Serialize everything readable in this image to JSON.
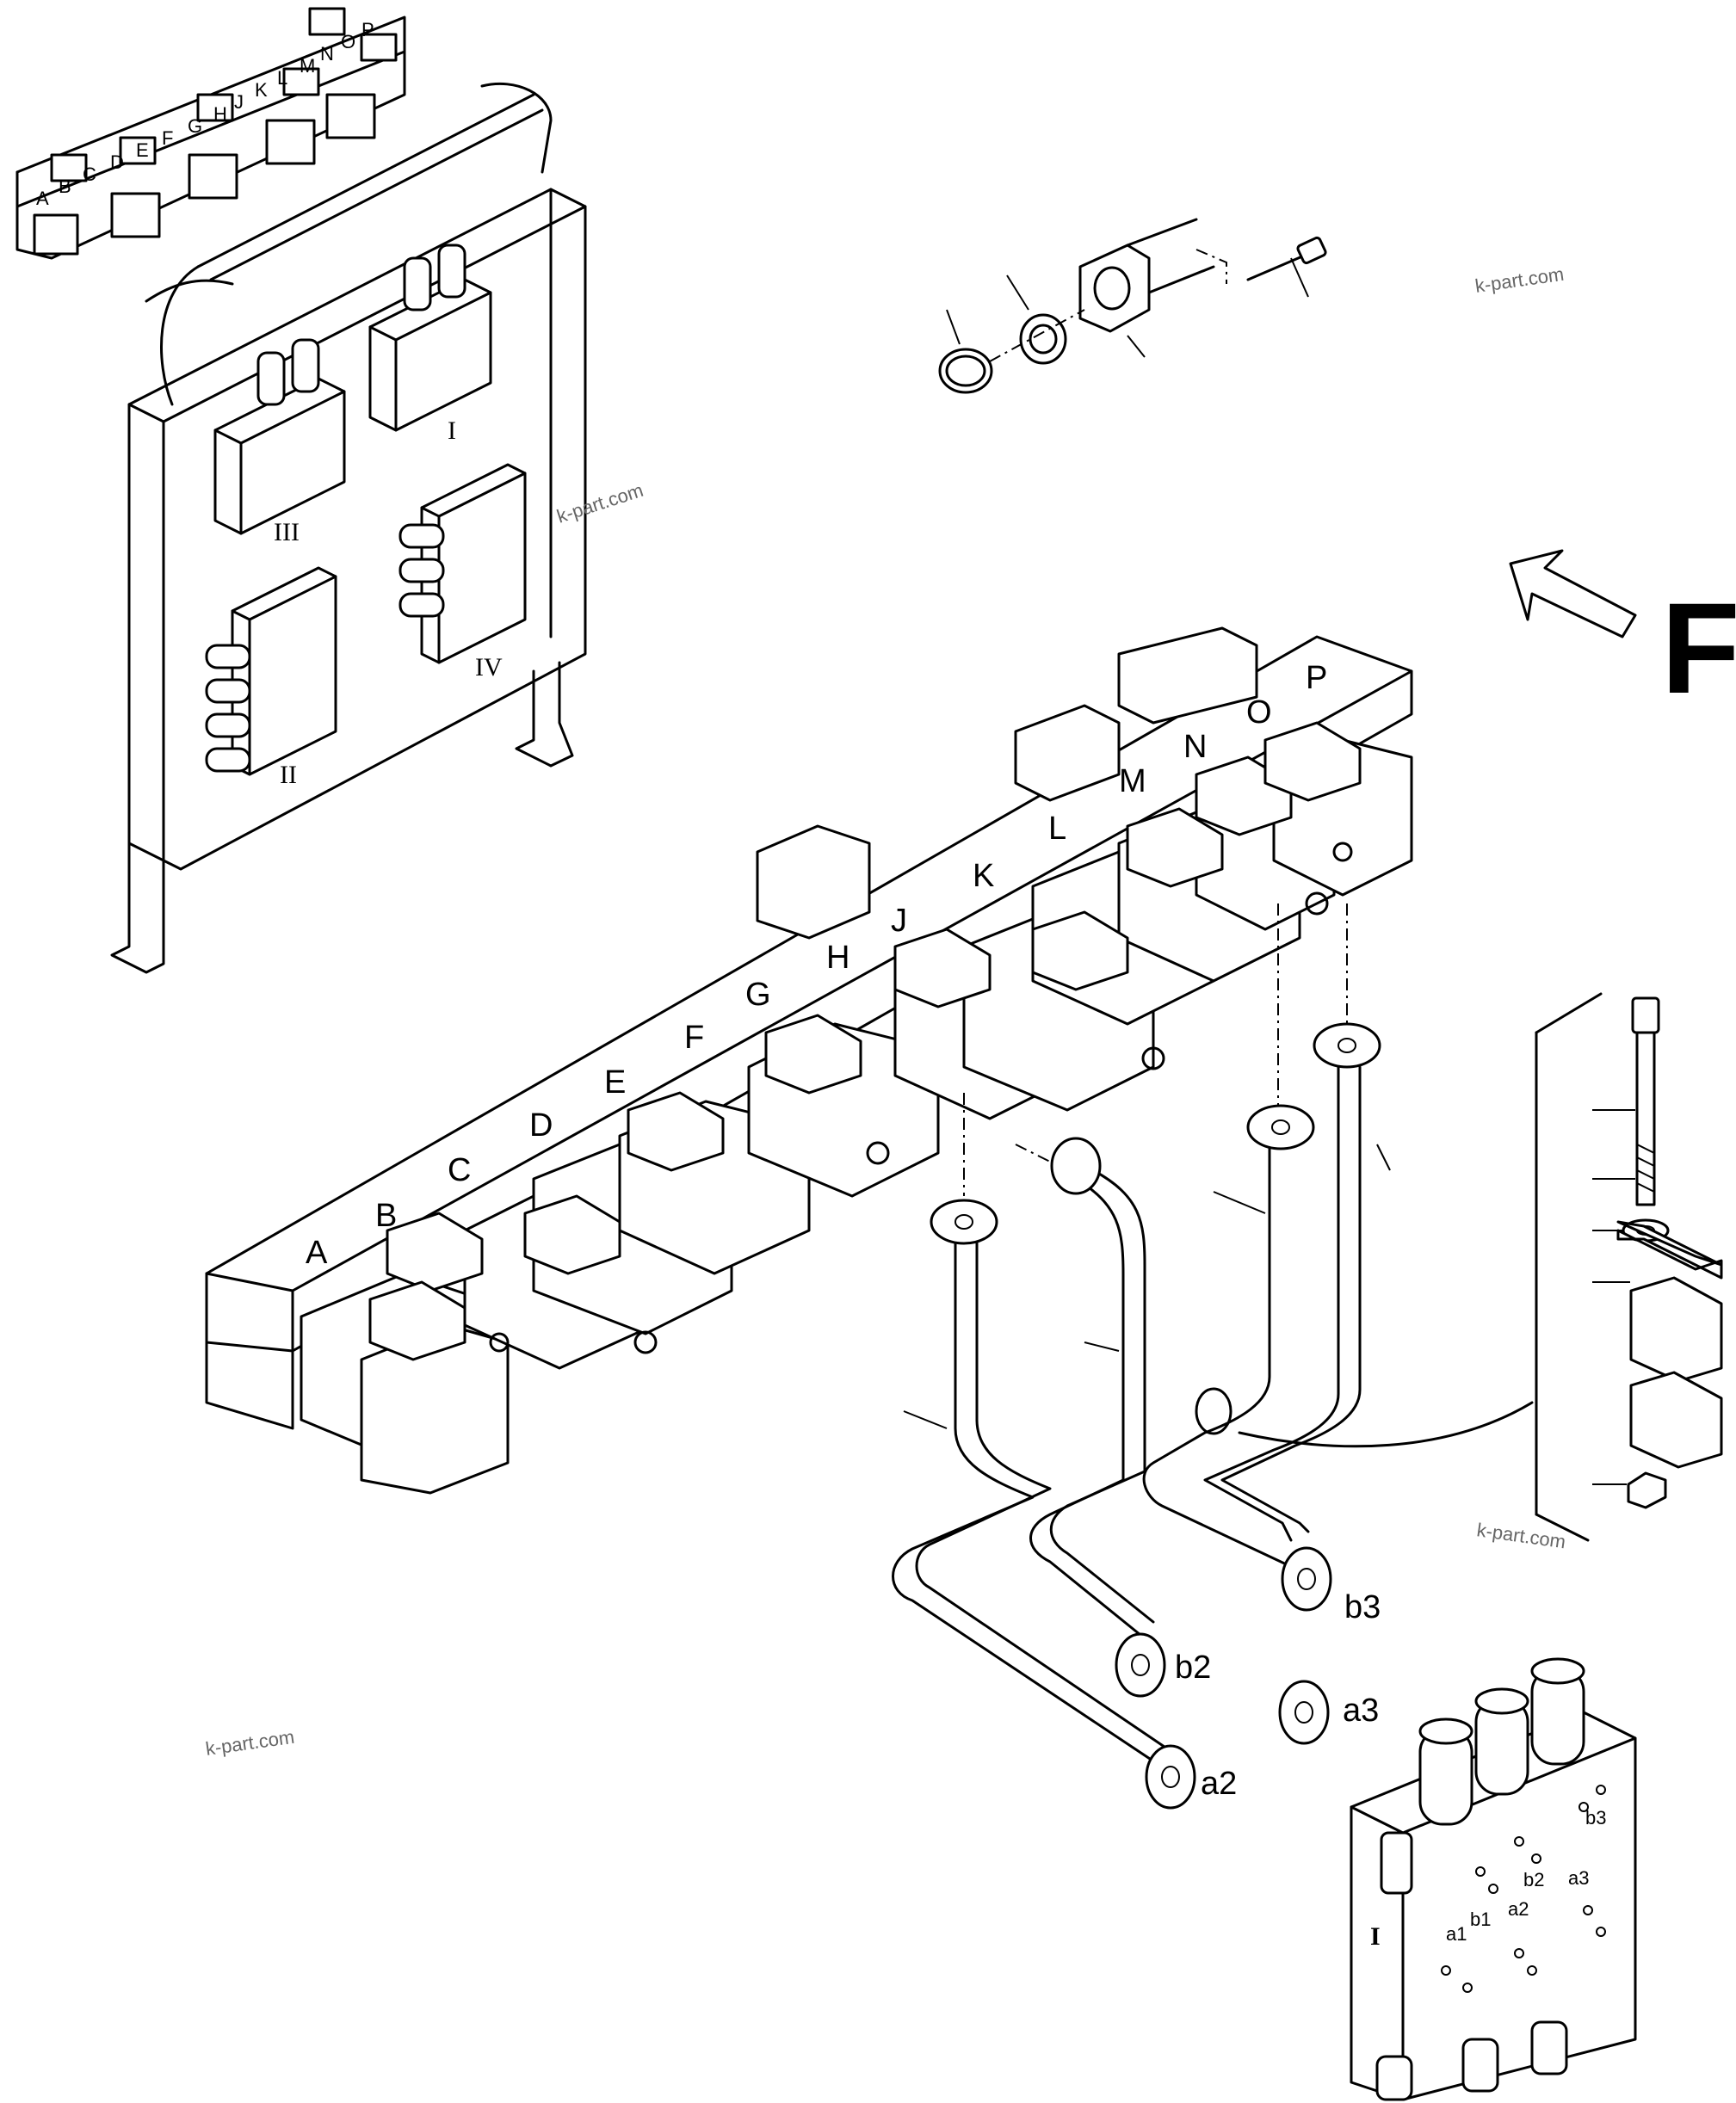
{
  "section_letter": "F",
  "valve_labels": [
    "A",
    "B",
    "C",
    "D",
    "E",
    "F",
    "G",
    "H",
    "J",
    "K",
    "L",
    "M",
    "N",
    "O",
    "P"
  ],
  "overview_labels": [
    "A",
    "B",
    "C",
    "D",
    "E",
    "F",
    "G",
    "H",
    "J",
    "K",
    "L",
    "M",
    "N",
    "O",
    "P"
  ],
  "valve_group_labels": [
    "I",
    "II",
    "III",
    "IV"
  ],
  "pipe_port_labels": [
    "a2",
    "b2",
    "a3",
    "b3"
  ],
  "block": {
    "group_label": "I",
    "port_labels": [
      "a1",
      "b1",
      "a2",
      "b2",
      "a3",
      "b3"
    ]
  },
  "watermarks": [
    "k-part.com",
    "k-part.com",
    "k-part.com",
    "k-part.com"
  ]
}
